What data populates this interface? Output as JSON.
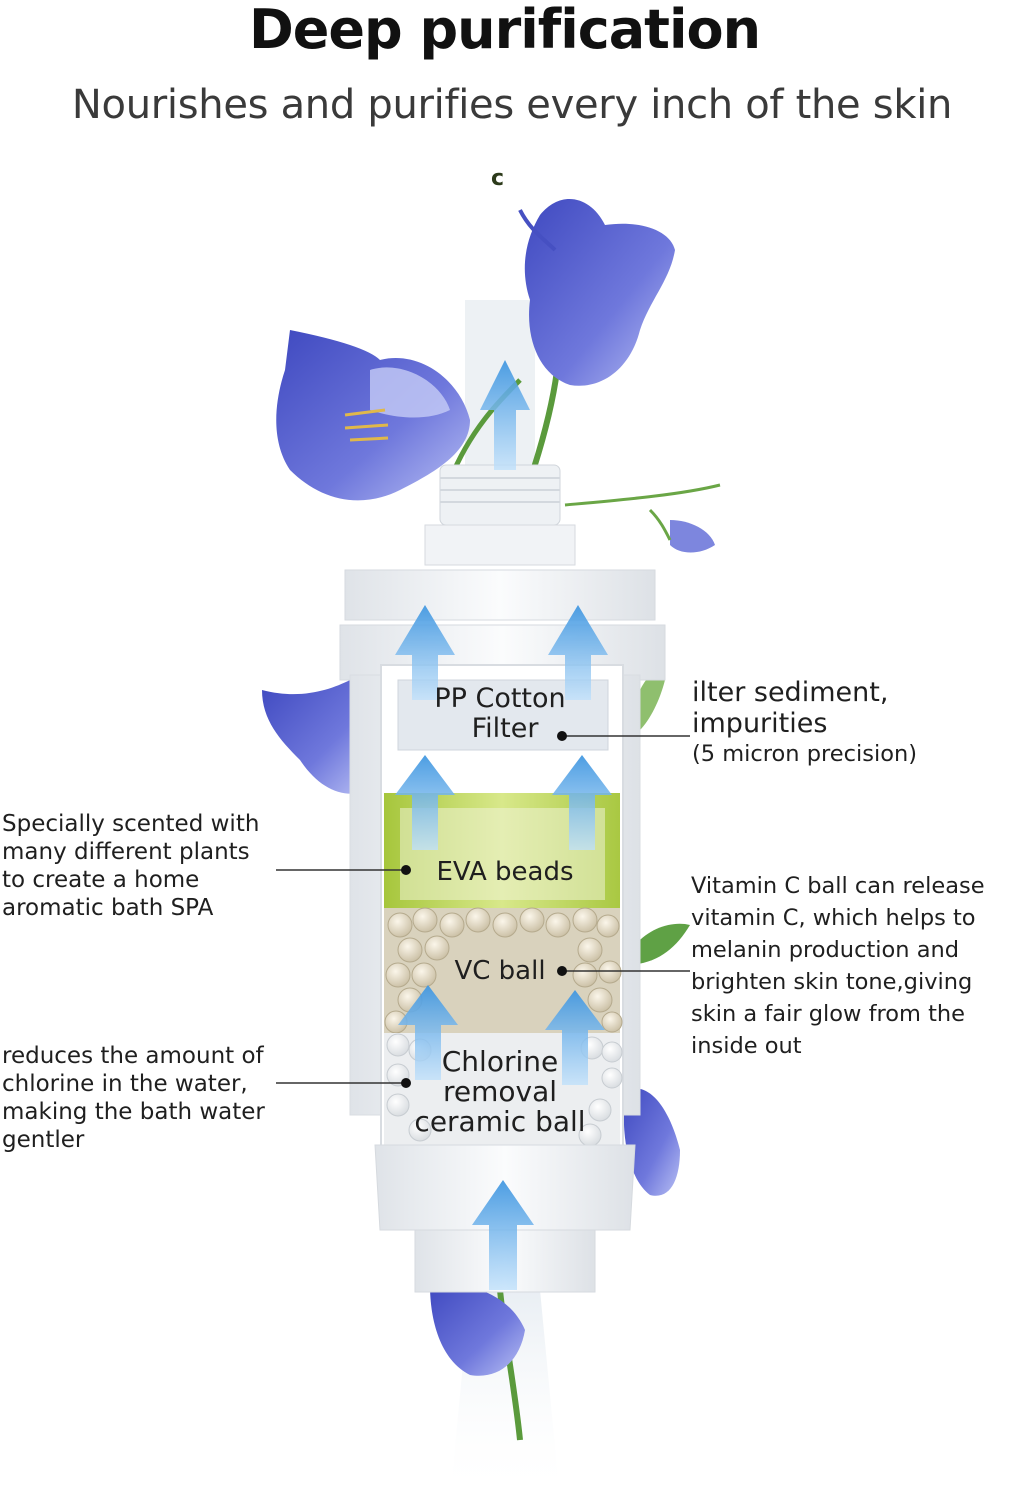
{
  "header": {
    "title": "Deep purification",
    "subtitle": "Nourishes and purifies every inch of the skin",
    "mark": "c"
  },
  "layers": {
    "pp": {
      "label_line1": "PP Cotton",
      "label_line2": "Filter"
    },
    "eva": {
      "label": "EVA beads"
    },
    "vc": {
      "label": "VC ball"
    },
    "chlorine": {
      "label_line1": "Chlorine",
      "label_line2": "removal",
      "label_line3": "ceramic ball"
    }
  },
  "annotations": {
    "pp": {
      "line1": "ilter sediment,",
      "line2": "impurities",
      "line3": "(5 micron precision)"
    },
    "eva": [
      "Specially scented with",
      "many different plants",
      "to create a home",
      "aromatic bath SPA"
    ],
    "vc": [
      "Vitamin C ball can release",
      "vitamin C, which helps to",
      "melanin production and",
      "brighten skin tone,giving",
      "skin a fair glow from the",
      "inside out"
    ],
    "chlorine": [
      "reduces the amount of",
      "chlorine in the water,",
      "making the bath water",
      "gentler"
    ]
  },
  "colors": {
    "flower": "#6a73d6",
    "flower_light": "#aab2f0",
    "arrow": "#4ea3e6",
    "stem": "#5a9a3c",
    "eva": "#b5cf4f",
    "housing": "#eef0f2"
  }
}
